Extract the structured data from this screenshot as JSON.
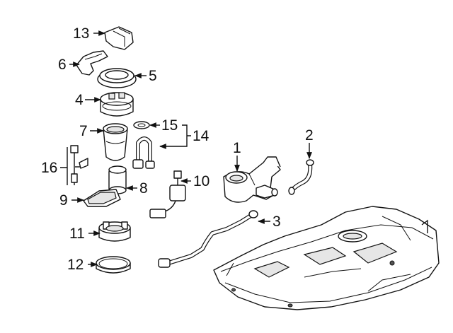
{
  "diagram": {
    "callouts": [
      {
        "id": "13",
        "label": "13"
      },
      {
        "id": "6",
        "label": "6"
      },
      {
        "id": "5",
        "label": "5"
      },
      {
        "id": "4",
        "label": "4"
      },
      {
        "id": "7",
        "label": "7"
      },
      {
        "id": "15",
        "label": "15"
      },
      {
        "id": "14",
        "label": "14"
      },
      {
        "id": "16",
        "label": "16"
      },
      {
        "id": "1",
        "label": "1"
      },
      {
        "id": "2",
        "label": "2"
      },
      {
        "id": "10",
        "label": "10"
      },
      {
        "id": "8",
        "label": "8"
      },
      {
        "id": "9",
        "label": "9"
      },
      {
        "id": "3",
        "label": "3"
      },
      {
        "id": "11",
        "label": "11"
      },
      {
        "id": "12",
        "label": "12"
      }
    ]
  }
}
